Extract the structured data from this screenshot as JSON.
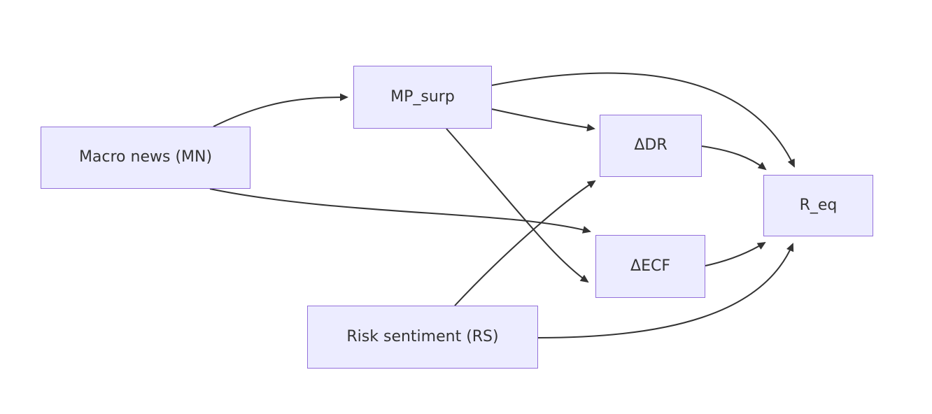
{
  "diagram": {
    "type": "flowchart",
    "direction": "left-to-right",
    "nodes": [
      {
        "id": "MN",
        "label": "Macro news (MN)"
      },
      {
        "id": "MP_surp",
        "label": "MP_surp"
      },
      {
        "id": "DDR",
        "label": "ΔDR"
      },
      {
        "id": "DECF",
        "label": "ΔECF"
      },
      {
        "id": "RS",
        "label": "Risk sentiment (RS)"
      },
      {
        "id": "R_eq",
        "label": "R_eq"
      }
    ],
    "edges": [
      {
        "from": "MN",
        "to": "MP_surp"
      },
      {
        "from": "MN",
        "to": "DECF"
      },
      {
        "from": "MP_surp",
        "to": "R_eq"
      },
      {
        "from": "MP_surp",
        "to": "DDR"
      },
      {
        "from": "MP_surp",
        "to": "DECF"
      },
      {
        "from": "RS",
        "to": "DDR"
      },
      {
        "from": "RS",
        "to": "R_eq"
      },
      {
        "from": "DDR",
        "to": "R_eq"
      },
      {
        "from": "DECF",
        "to": "R_eq"
      }
    ],
    "colors": {
      "node_fill": "#ECECFF",
      "node_border": "#9370DB",
      "edge_stroke": "#333333",
      "text": "#333333",
      "background": "#FFFFFF"
    }
  }
}
